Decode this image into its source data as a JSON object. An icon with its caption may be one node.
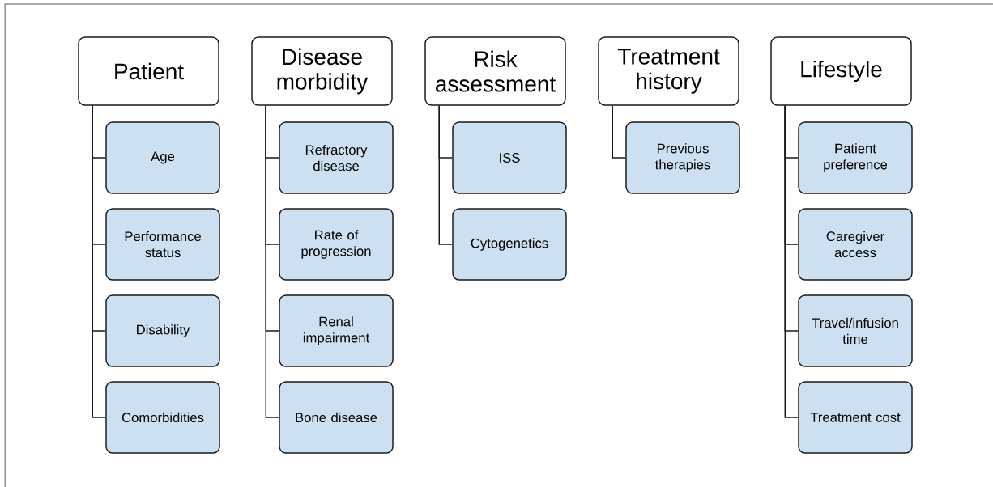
{
  "diagram": {
    "nodes": [
      {
        "text": [
          "Patient"
        ]
      },
      {
        "text": [
          "Age"
        ]
      },
      {
        "text": [
          "Performance status"
        ]
      },
      {
        "text": [
          "Disability"
        ]
      },
      {
        "text": [
          "Comorbidities"
        ]
      },
      {
        "text": [
          "Disease morbidity"
        ]
      },
      {
        "text": [
          "Refractory disease"
        ]
      },
      {
        "text": [
          "Rate of progression"
        ]
      },
      {
        "text": [
          "Renal impairment"
        ]
      },
      {
        "text": [
          "Bone disease"
        ]
      },
      {
        "text": [
          "Risk assessment"
        ]
      },
      {
        "text": [
          "ISS"
        ]
      },
      {
        "text": [
          "Cytogenetics"
        ]
      },
      {
        "text": [
          "Treatment history"
        ]
      },
      {
        "text": [
          "Previous therapies"
        ]
      },
      {
        "text": [
          "Lifestyle"
        ]
      },
      {
        "text": [
          "Patient preference"
        ]
      },
      {
        "text": [
          "Caregiver access"
        ]
      },
      {
        "text": [
          "Travel/infusion time"
        ]
      },
      {
        "text": [
          "Treatment cost"
        ]
      }
    ],
    "edges": [
      {
        "from": 0,
        "to": 1,
        "arrow": "none"
      },
      {
        "from": 0,
        "to": 2,
        "arrow": "none"
      },
      {
        "from": 0,
        "to": 3,
        "arrow": "none"
      },
      {
        "from": 0,
        "to": 4,
        "arrow": "none"
      },
      {
        "from": 5,
        "to": 6,
        "arrow": "none"
      },
      {
        "from": 5,
        "to": 7,
        "arrow": "none"
      },
      {
        "from": 5,
        "to": 8,
        "arrow": "none"
      },
      {
        "from": 5,
        "to": 9,
        "arrow": "none"
      },
      {
        "from": 10,
        "to": 11,
        "arrow": "none"
      },
      {
        "from": 10,
        "to": 12,
        "arrow": "none"
      },
      {
        "from": 13,
        "to": 14,
        "arrow": "none"
      },
      {
        "from": 15,
        "to": 16,
        "arrow": "none"
      },
      {
        "from": 15,
        "to": 17,
        "arrow": "none"
      },
      {
        "from": 15,
        "to": 18,
        "arrow": "none"
      },
      {
        "from": 15,
        "to": 19,
        "arrow": "none"
      }
    ]
  }
}
